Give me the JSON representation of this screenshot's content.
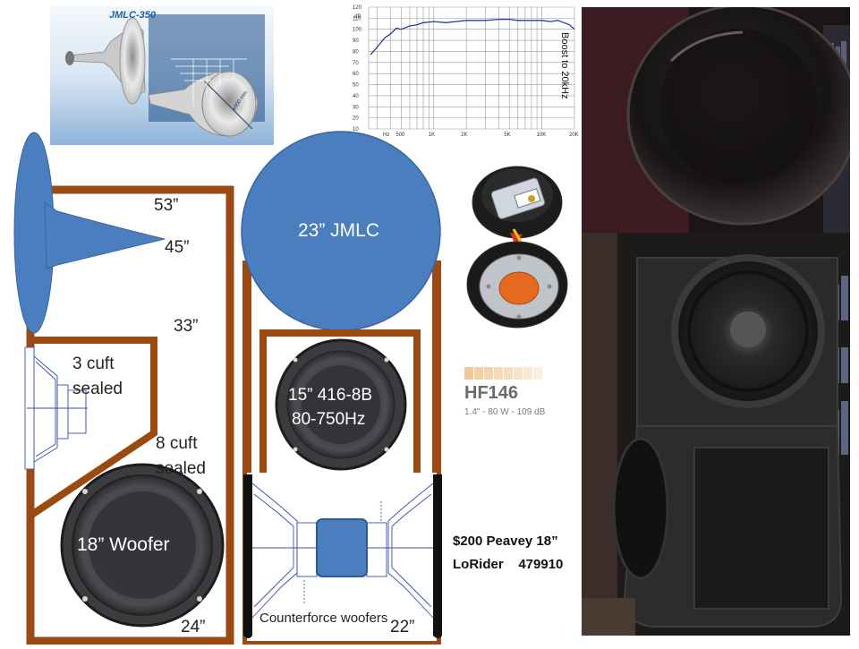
{
  "horn_render": {
    "title": "JMLC-350",
    "dimension_label": "ø900 mm"
  },
  "frequency_chart": {
    "y_unit": "dB",
    "y_ticks": [
      "120",
      "110",
      "100",
      "90",
      "80",
      "70",
      "60",
      "50",
      "40",
      "30",
      "20",
      "10"
    ],
    "x_unit": "Hz",
    "x_ticks": [
      "500",
      "1K",
      "2K",
      "5K",
      "10K",
      "20K"
    ],
    "annotation": "Boost to 20kHz"
  },
  "dimensions": {
    "top": "53”",
    "horn": "45”",
    "mid": "33”",
    "bottom_left": "24”",
    "bottom_right": "22”"
  },
  "left_cabinet": {
    "small_chamber": {
      "line1": "3 cuft",
      "line2": "sealed"
    },
    "large_chamber": {
      "line1": "8 cuft",
      "line2": "sealed"
    },
    "woofer": "18” Woofer"
  },
  "right_cabinet": {
    "horn_label": "23” JMLC",
    "mid_woofer": {
      "line1": "15” 416-8B",
      "line2": "80-750Hz"
    },
    "counterforce": "Counterforce woofers"
  },
  "peavey": {
    "line1": "$200 Peavey 18”",
    "line2": "LoRider    479910"
  },
  "driver": {
    "model": "HF146",
    "specs": "1.4\" - 80 W - 109 dB"
  }
}
